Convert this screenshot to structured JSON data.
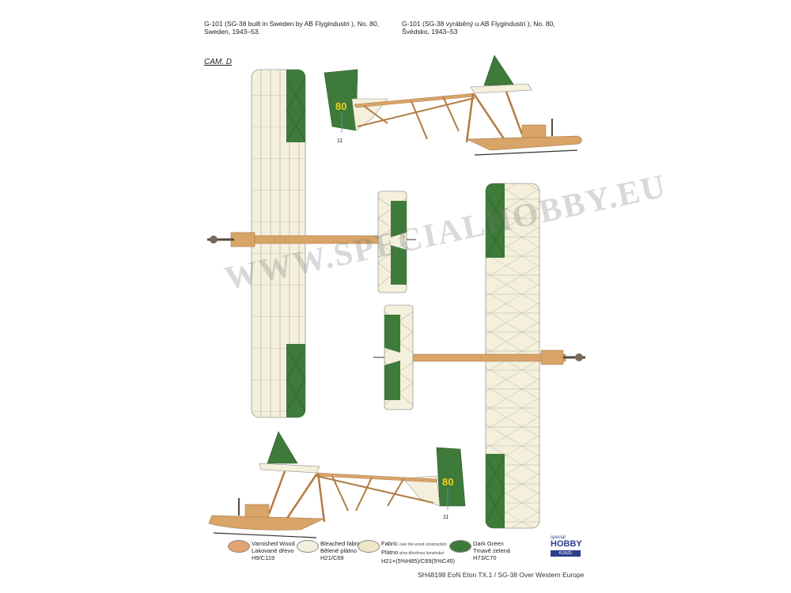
{
  "captions": {
    "english": "G-101 (SG-38 built in Sweden by AB Flygindustri ), No. 80, Sweden, 1943–53.",
    "czech": "G-101 (SG-38 vyráběný u AB Flygindustri ), No. 80, Švédsko, 1943–53"
  },
  "scheme_label": "CAM. D",
  "markings": {
    "tail_number": "80",
    "callout_number": "11"
  },
  "legend": [
    {
      "name_en": "Varnished Wood",
      "name_cz": "Lakované dřevo",
      "code": "H9/C119",
      "color": "#e2a272"
    },
    {
      "name_en": "Bleached fabric",
      "name_cz": "Bělené plátno",
      "code": "H21/C69",
      "color": "#f4f0dc"
    },
    {
      "name_en": "Fabric",
      "note": "over the wood construction",
      "name_cz": "Plátno",
      "note_cz": "přes dřevěnou konstrukci",
      "code": "H21+(5%H85)/C69(5%C45)",
      "color": "#efe6c6"
    },
    {
      "name_en": "Dark Green",
      "name_cz": "Tmavě zelená",
      "code": "H73/C70",
      "color": "#3e7a3a"
    }
  ],
  "footer": "SH48198  EoN Eton TX.1 / SG-38 Over Western Europe",
  "logo": {
    "line1": "special",
    "line2": "HOBBY",
    "line3": "KUNZE"
  },
  "watermark": "WWW.SPECIALHOBBY.EU",
  "colors": {
    "wood": "#d9a468",
    "wood_dark": "#b37b42",
    "fabric": "#f4f0dc",
    "green": "#3e7a3a",
    "yellow": "#f2d21b"
  }
}
